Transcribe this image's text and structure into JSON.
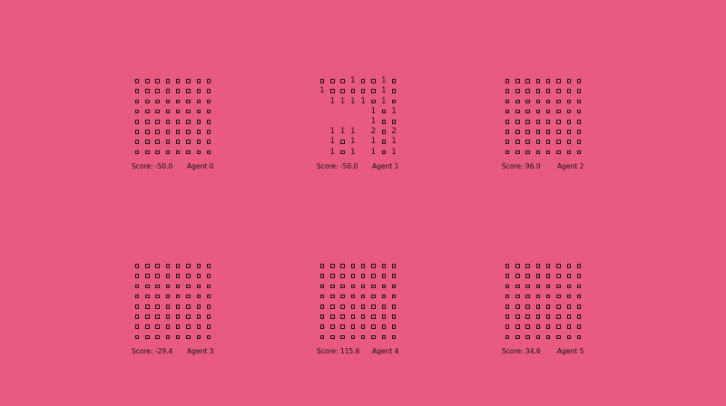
{
  "panels": [
    {
      "agent_label": "Agent 0",
      "score_label": "Score: -50.0",
      "grid": [
        [
          "",
          "",
          "",
          "",
          "",
          "",
          "",
          ""
        ],
        [
          "",
          "",
          "",
          "",
          "",
          "",
          "",
          ""
        ],
        [
          "",
          "",
          "",
          "",
          "",
          "",
          "",
          ""
        ],
        [
          "",
          "",
          "",
          "",
          "",
          "",
          "",
          ""
        ],
        [
          "",
          "",
          "",
          "",
          "",
          "",
          "",
          ""
        ],
        [
          "",
          "",
          "",
          "",
          "",
          "",
          "",
          ""
        ],
        [
          "",
          "",
          "",
          "",
          "",
          "",
          "",
          ""
        ],
        [
          "",
          "",
          "",
          "",
          "",
          "",
          "",
          ""
        ]
      ]
    },
    {
      "agent_label": "Agent 1",
      "score_label": "Score: -50.0",
      "grid": [
        [
          "",
          "",
          "",
          "1",
          "",
          "",
          "1",
          ""
        ],
        [
          "1",
          "",
          "",
          "",
          "",
          "",
          "1",
          ""
        ],
        [
          " ",
          "1",
          "1",
          "1",
          "1",
          "",
          "1",
          ""
        ],
        [
          " ",
          " ",
          " ",
          " ",
          " ",
          "1",
          "",
          "1"
        ],
        [
          " ",
          " ",
          " ",
          " ",
          " ",
          "1",
          "",
          ""
        ],
        [
          " ",
          "1",
          "1",
          "1",
          " ",
          "2",
          "",
          "2"
        ],
        [
          " ",
          "1",
          "",
          "1",
          " ",
          "1",
          "",
          "1"
        ],
        [
          " ",
          "1",
          "",
          "1",
          " ",
          "1",
          "",
          "1"
        ]
      ]
    },
    {
      "agent_label": "Agent 2",
      "score_label": "Score: 96.0",
      "grid": [
        [
          "",
          "",
          "",
          "",
          "",
          "",
          "",
          ""
        ],
        [
          "",
          "",
          "",
          "",
          "",
          "",
          "",
          ""
        ],
        [
          "",
          "",
          "",
          "",
          "",
          "",
          "",
          ""
        ],
        [
          "",
          "",
          "",
          "",
          "",
          "",
          "",
          ""
        ],
        [
          "",
          "",
          "",
          "",
          "",
          "",
          "",
          ""
        ],
        [
          "",
          "",
          "",
          "",
          "",
          "",
          "",
          ""
        ],
        [
          "",
          "",
          "",
          "",
          "",
          "",
          "",
          ""
        ],
        [
          "",
          "",
          "",
          "",
          "",
          "",
          "",
          ""
        ]
      ]
    },
    {
      "agent_label": "Agent 3",
      "score_label": "Score: -29.4",
      "grid": [
        [
          "",
          "",
          "",
          "",
          "",
          "",
          "",
          ""
        ],
        [
          "",
          "",
          "",
          "",
          "",
          "",
          "",
          ""
        ],
        [
          "",
          "",
          "",
          "",
          "",
          "",
          "",
          ""
        ],
        [
          "",
          "",
          "",
          "",
          "",
          "",
          "",
          ""
        ],
        [
          "",
          "",
          "",
          "",
          "",
          "",
          "",
          ""
        ],
        [
          "",
          "",
          "",
          "",
          "",
          "",
          "",
          ""
        ],
        [
          "",
          "",
          "",
          "",
          "",
          "",
          "",
          ""
        ],
        [
          "",
          "",
          "",
          "",
          "",
          "",
          "",
          ""
        ]
      ]
    },
    {
      "agent_label": "Agent 4",
      "score_label": "Score: 115.6",
      "grid": [
        [
          "",
          "",
          "",
          "",
          "",
          "",
          "",
          ""
        ],
        [
          "",
          "",
          "",
          "",
          "",
          "",
          "",
          ""
        ],
        [
          "",
          "",
          "",
          "",
          "",
          "",
          "",
          ""
        ],
        [
          "",
          "",
          "",
          "",
          "",
          "",
          "",
          ""
        ],
        [
          "",
          "",
          "",
          "",
          "",
          "",
          "",
          ""
        ],
        [
          "",
          "",
          "",
          "",
          "",
          "",
          "",
          ""
        ],
        [
          "",
          "",
          "",
          "",
          "",
          "",
          "",
          ""
        ],
        [
          "",
          "",
          "",
          "",
          "",
          "",
          "",
          ""
        ]
      ]
    },
    {
      "agent_label": "Agent 5",
      "score_label": "Score: 34.6",
      "grid": [
        [
          "",
          "",
          "",
          "",
          "",
          "",
          "",
          ""
        ],
        [
          "",
          "",
          "",
          "",
          "",
          "",
          "",
          ""
        ],
        [
          "",
          "",
          "",
          "",
          "",
          "",
          "",
          ""
        ],
        [
          "",
          "",
          "",
          "",
          "",
          "",
          "",
          ""
        ],
        [
          "",
          "",
          "",
          "",
          "",
          "",
          "",
          ""
        ],
        [
          "",
          "",
          "",
          "",
          "",
          "",
          "",
          ""
        ],
        [
          "",
          "",
          "",
          "",
          "",
          "",
          "",
          ""
        ],
        [
          "",
          "",
          "",
          "",
          "",
          "",
          "",
          ""
        ]
      ]
    }
  ]
}
